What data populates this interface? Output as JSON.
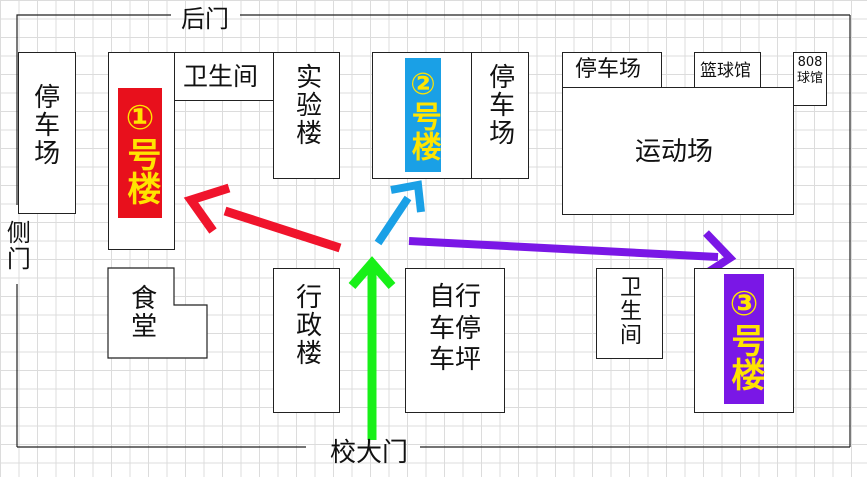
{
  "gates": {
    "back": "后门",
    "side": "侧门",
    "main": "校大门"
  },
  "buildings": {
    "parking_left": "停车场",
    "building1": {
      "circle": "①",
      "text": "号楼",
      "bg": "#e8101c",
      "fg": "#ffe400"
    },
    "toilet_top": "卫生间",
    "lab": "实验楼",
    "building2": {
      "circle": "②",
      "text": "号楼",
      "bg": "#1aa0e6",
      "fg": "#ffe400"
    },
    "parking_mid": "停车场",
    "parking_top_right": "停车场",
    "basketball_hall": "篮球馆",
    "ball_hall_808": "808球馆",
    "sports_field": "运动场",
    "canteen": "食堂",
    "admin": "行政楼",
    "bike_parking": "自行车停车坪",
    "toilet_right": "卫生间",
    "building3": {
      "circle": "③",
      "text": "号楼",
      "bg": "#7a17e6",
      "fg": "#ffe400"
    }
  },
  "arrow_colors": {
    "to_building1": "#f0142c",
    "to_building2": "#1aa0e6",
    "to_building3": "#7a17e6",
    "from_main_gate": "#18f018"
  }
}
